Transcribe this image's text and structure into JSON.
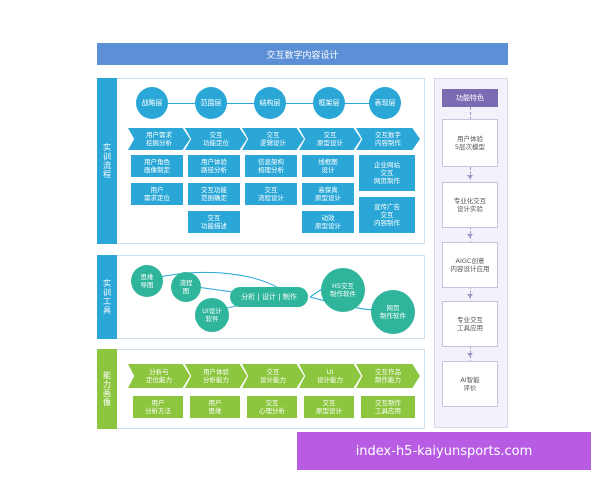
{
  "title": "交互数字内容设计",
  "section1": {
    "label": "实训流程",
    "layers": [
      "战略层",
      "范围层",
      "结构层",
      "框架层",
      "表现层"
    ],
    "chevrons": [
      "用户需求\n挖掘分析",
      "交互\n功能定位",
      "交互\n逻辑设计",
      "交互\n原型设计",
      "交互数字\n内容制作"
    ],
    "col1": [
      "用户角色\n画像制定",
      "用户\n需求定位"
    ],
    "col2": [
      "用户体验\n路径分析",
      "交互功能\n范围确定",
      "交互\n功能描述"
    ],
    "col3": [
      "信息架构\n梳理分析",
      "交互\n流程设计"
    ],
    "col4": [
      "线框图\n设计",
      "高保真\n原型设计",
      "动效\n原型设计"
    ],
    "col5": [
      "企业网站\n交互\n网页制作",
      "宣传广告\n交互\n内容制作"
    ]
  },
  "section2": {
    "label": "实训工具",
    "tools": {
      "mindmap": "思维\n导图",
      "flowchart": "流程\n图",
      "ui_software": "UI设计\n软件",
      "center": "分析 | 设计 | 制作",
      "h5": "H5交互\n制作软件",
      "web": "网页\n制作软件"
    }
  },
  "section3": {
    "label": "能力画像",
    "abilities": [
      "分析与\n定位能力",
      "用户体验\n分析能力",
      "交互\n设计能力",
      "UI\n设计能力",
      "交互作品\n制作能力"
    ],
    "methods": [
      "用户\n分析方法",
      "用户\n思维",
      "交互\n心理分析",
      "交互\n原型设计",
      "交互制作\n工具应用"
    ]
  },
  "features": {
    "header": "功能特色",
    "items": [
      "用户体验\n5层次模型",
      "专业化交互\n设计实验",
      "AIGC创意\n内容设计应用",
      "专业交互\n工具应用",
      "AI智能\n评价"
    ]
  },
  "watermark": "index-h5-kaiyunsports.com",
  "colors": {
    "blue": "#2aa7d7",
    "teal": "#2fb59b",
    "green": "#8cc63f",
    "purple": "#7b6bb3",
    "watermark": "#b75ce3"
  }
}
